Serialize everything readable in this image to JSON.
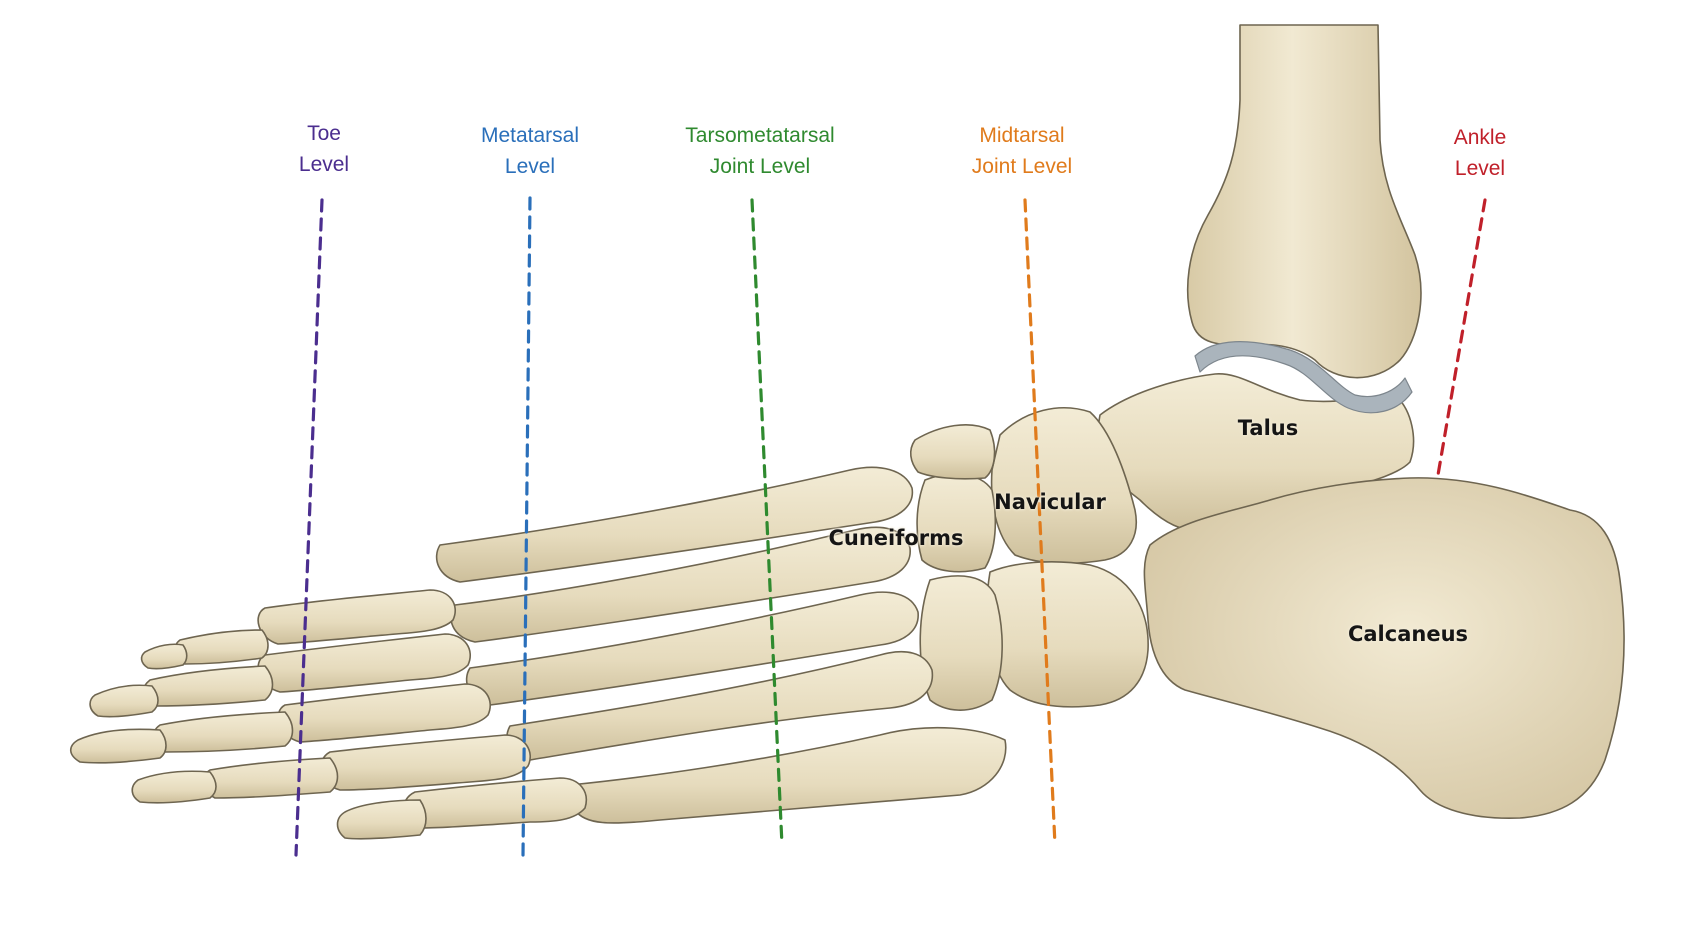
{
  "levels": [
    {
      "id": "toe",
      "line1": "Toe",
      "line2": "Level",
      "color": "#4b2e8f"
    },
    {
      "id": "metatarsal",
      "line1": "Metatarsal",
      "line2": "Level",
      "color": "#2a6fba"
    },
    {
      "id": "tarsometatarsal",
      "line1": "Tarsometatarsal",
      "line2": "Joint Level",
      "color": "#2f8a2f"
    },
    {
      "id": "midtarsal",
      "line1": "Midtarsal",
      "line2": "Joint Level",
      "color": "#e07b1c"
    },
    {
      "id": "ankle",
      "line1": "Ankle",
      "line2": "Level",
      "color": "#c0202a"
    }
  ],
  "bones": {
    "talus": "Talus",
    "navicular": "Navicular",
    "cuneiforms": "Cuneiforms",
    "calcaneus": "Calcaneus"
  },
  "colors": {
    "bone_fill": "#e9dfc4",
    "bone_shade": "#cfc09b",
    "bone_outline": "#6e6550",
    "cartilage": "#a9b3bb"
  }
}
